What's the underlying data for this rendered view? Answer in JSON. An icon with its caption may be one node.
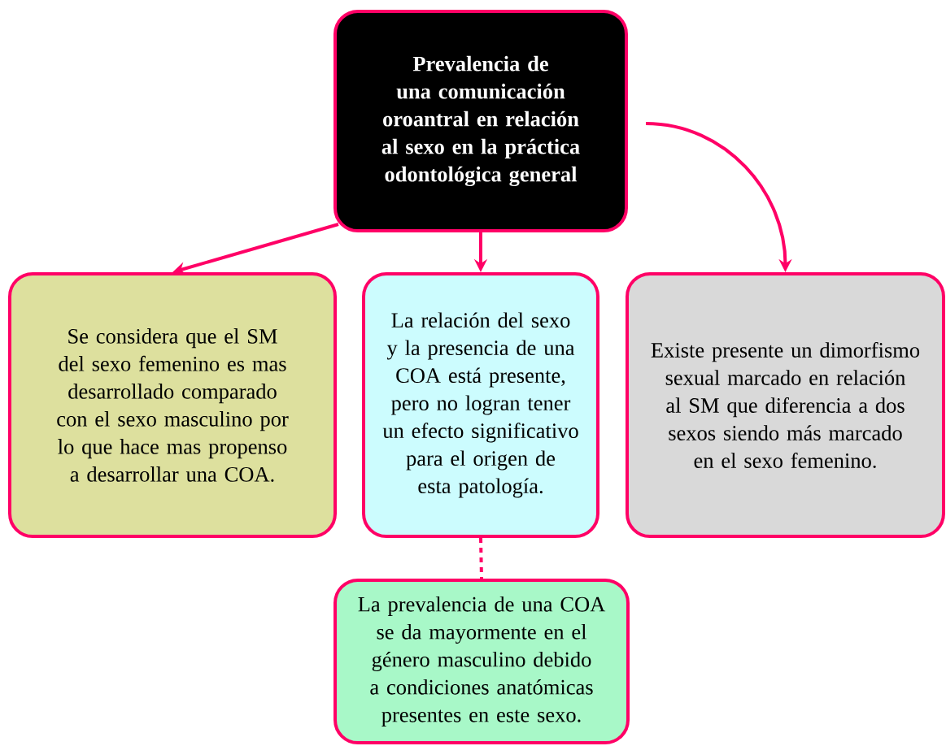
{
  "diagram": {
    "nodes": [
      {
        "text": [
          "Prevalencia de una comunicación oroantral en relación al sexo en la práctica odontológica general"
        ]
      },
      {
        "text": [
          "Se considera que el SM del sexo femenino es mas desarrollado comparado con el sexo masculino por lo que hace mas propenso a desarrollar una COA."
        ]
      },
      {
        "text": [
          "La relación del sexo y la presencia de una COA está presente, pero no logran tener un efecto significativo para el origen de esta patología."
        ]
      },
      {
        "text": [
          "Existe presente un dimorfismo sexual marcado en relación al SM que diferencia a dos sexos siendo más marcado en el sexo femenino."
        ]
      },
      {
        "text": [
          "La prevalencia de una COA se da mayormente en el género masculino debido a condiciones anatómicas presentes en este sexo."
        ]
      }
    ],
    "edges": [
      {
        "from": 0,
        "to": 1,
        "arrow": "to"
      },
      {
        "from": 0,
        "to": 2,
        "arrow": "to"
      },
      {
        "from": 0,
        "to": 3,
        "arrow": "to"
      },
      {
        "from": 2,
        "to": 4,
        "arrow": "none",
        "style": "dashed"
      }
    ]
  }
}
